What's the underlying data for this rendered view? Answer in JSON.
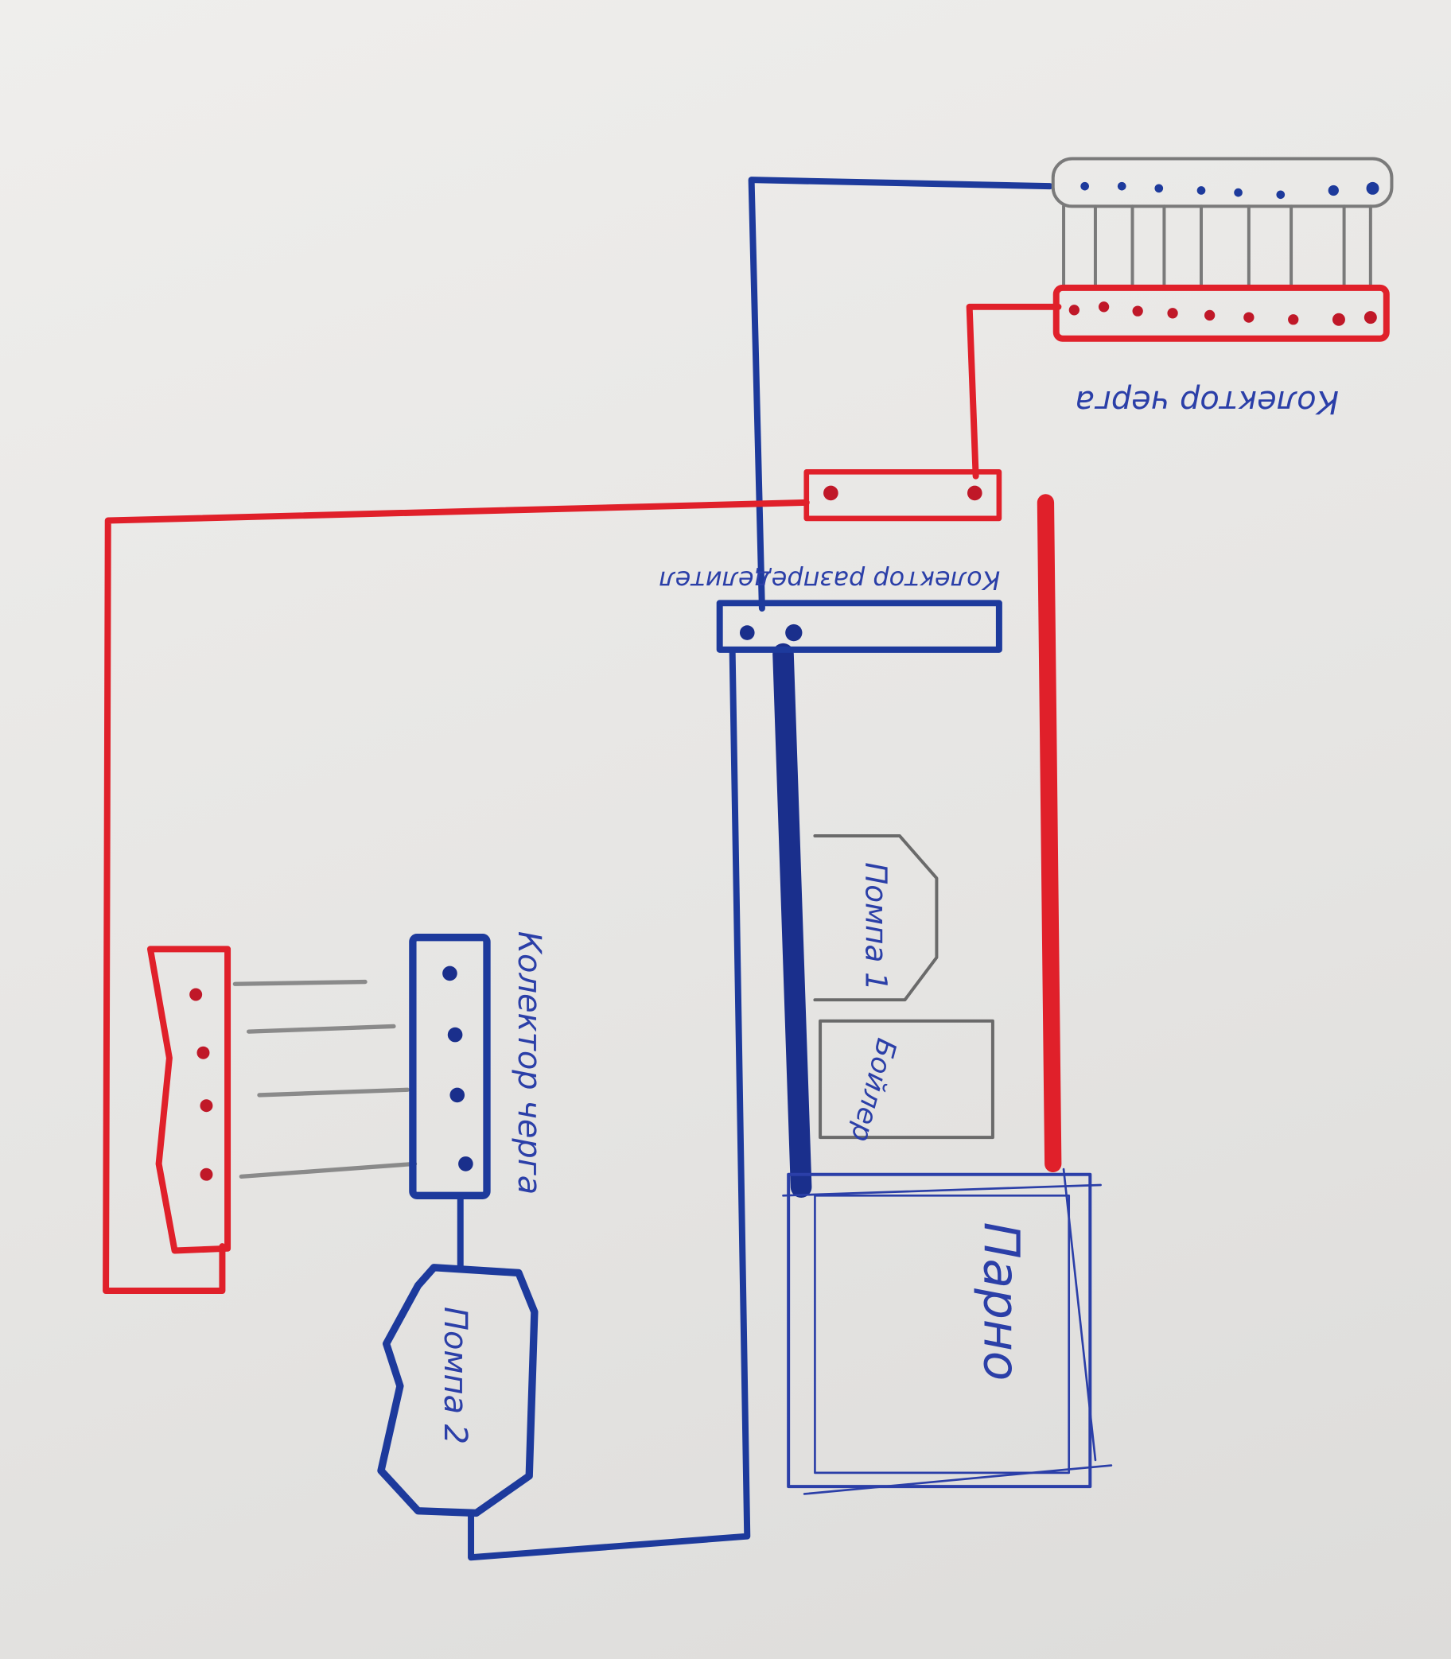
{
  "title": "Hand-drawn heating system schematic",
  "colors": {
    "supply": "#e0202a",
    "return": "#1d3a9c",
    "pencil": "#6a6a6a",
    "ink": "#2b3fa8"
  },
  "labels": {
    "collector_floor": "Колектор черга",
    "collector_distributor": "Колектор разпределител",
    "collector_left": "Колектор черга",
    "pump1": "Помпа 1",
    "pump2": "Помпа 2",
    "boiler": "Бойлер",
    "heater": "Парно"
  }
}
